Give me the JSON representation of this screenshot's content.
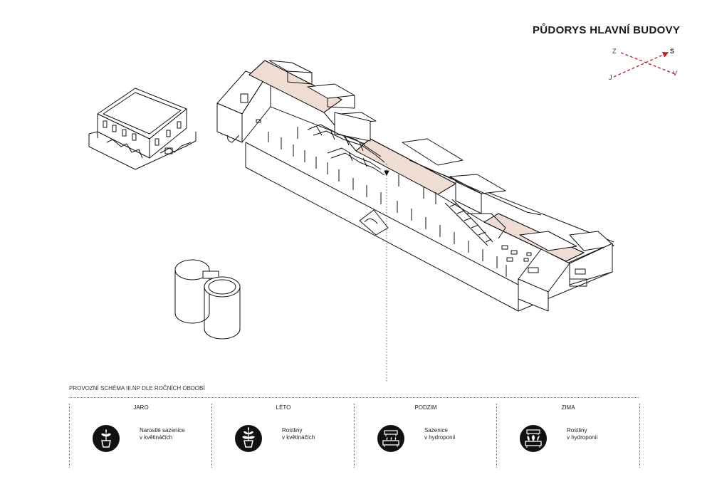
{
  "header": {
    "title": "PŮDORYS HLAVNÍ BUDOVY"
  },
  "compass": {
    "z": "Z",
    "s": "S",
    "j": "J",
    "v": "V",
    "arrow_color": "#c0252b"
  },
  "roof_highlight_color": "#efdcd3",
  "schema": {
    "title": "PROVOZNÍ SCHÉMA III.NP DLE ROČNÍCH OBDOBÍ",
    "seasons": [
      {
        "name": "JARO",
        "desc": "Narostlé sazenice\nv květináčích",
        "icon": "potted-seedling-icon"
      },
      {
        "name": "LÉTO",
        "desc": "Rostliny\nv květináčích",
        "icon": "potted-plant-icon"
      },
      {
        "name": "PODZIM",
        "desc": "Sazenice\nv hydroponii",
        "icon": "hydroponic-seedlings-icon"
      },
      {
        "name": "ZIMA",
        "desc": "Rostliny\nv hydroponii",
        "icon": "hydroponic-plants-icon"
      }
    ]
  }
}
